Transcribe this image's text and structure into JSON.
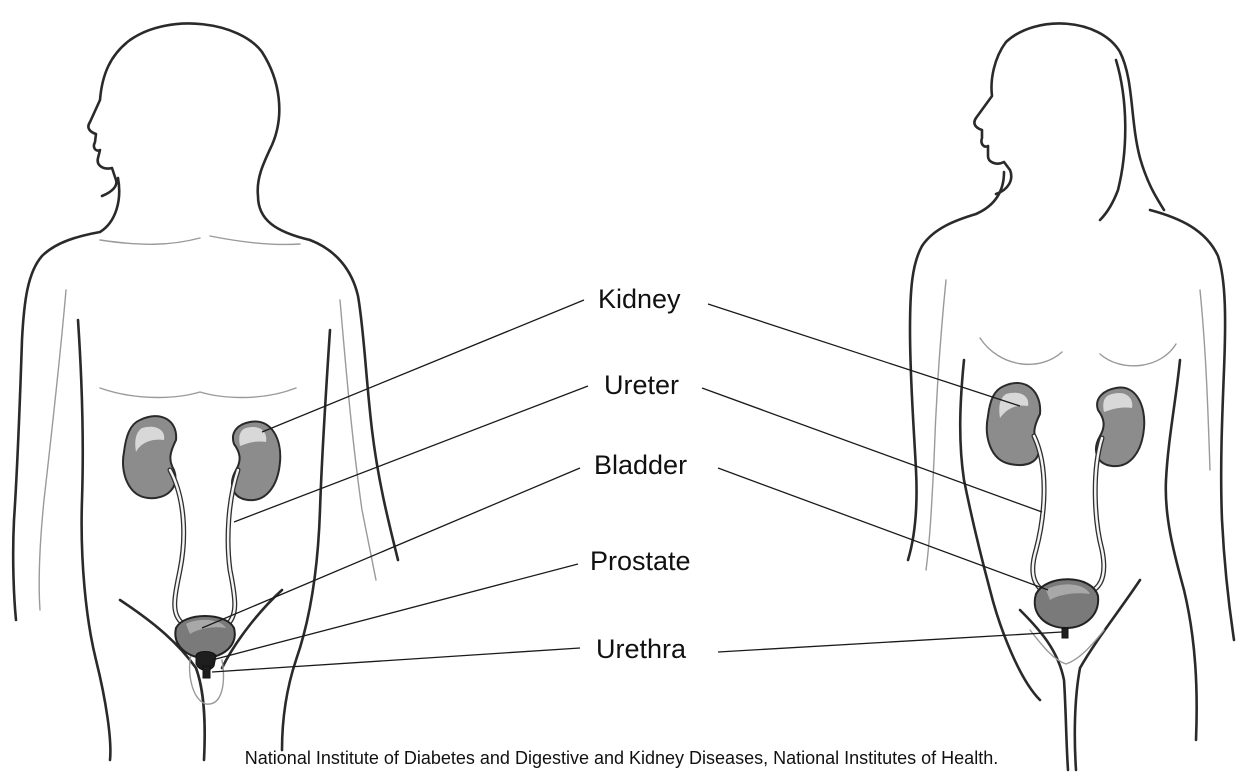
{
  "labels": {
    "kidney": "Kidney",
    "ureter": "Ureter",
    "bladder": "Bladder",
    "prostate": "Prostate",
    "urethra": "Urethra"
  },
  "credit": "National Institute of Diabetes and Digestive and Kidney Diseases, National Institutes of Health.",
  "colors": {
    "background": "#ffffff",
    "outline": "#2a2a2a",
    "organ_fill": "#8c8c8c",
    "text": "#111111"
  }
}
